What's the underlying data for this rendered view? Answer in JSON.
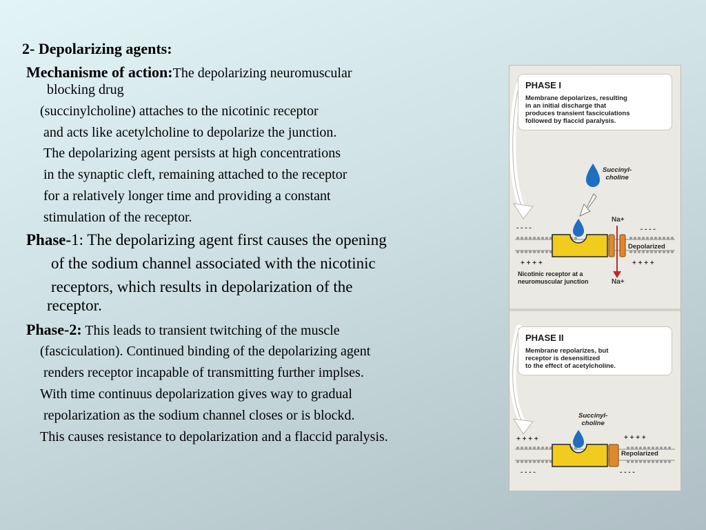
{
  "text": {
    "heading": "2- Depolarizing agents:",
    "mechanism_label": "Mechanisme of action:",
    "mechanism_lines": [
      "The depolarizing neuromuscular",
      "blocking drug",
      "(succinylcholine) attaches to the nicotinic receptor",
      "and acts like acetylcholine to depolarize the junction.",
      "The depolarizing agent persists at high concentrations",
      "in the synaptic cleft, remaining attached to the receptor",
      "for a relatively longer time and providing a constant",
      "stimulation of the receptor."
    ],
    "phase1_label": "Phase-",
    "phase1_num": "1",
    "phase1_lines": [
      ": The depolarizing agent first causes the opening",
      "of the sodium channel associated with the nicotinic",
      "receptors, which results in depolarization of the",
      "receptor."
    ],
    "phase2_label": "Phase-2:",
    "phase2_lines": [
      " This leads to transient twitching of the muscle",
      "(fasciculation). Continued binding of the depolarizing agent",
      "renders receptor incapable of transmitting further implses.",
      "With time continuus depolarization gives way to gradual",
      "repolarization as the sodium channel closes or is blockd.",
      "This causes resistance to depolarization and a flaccid paralysis."
    ]
  },
  "figure": {
    "phase1": {
      "title": "PHASE I",
      "description": "Membrane depolarizes, resulting\nin an initial discharge that\nproduces transient fasciculations\nfollowed by flaccid paralysis.",
      "drug_label": "Succinyl-\ncholine",
      "ion_top": "Na+",
      "ion_bottom": "Na+",
      "state_label": "Depolarized",
      "receptor_label": "Nicotinic receptor at a\nneuromuscular junction",
      "charges_top_left": "- - - -",
      "charges_top_right": "- - - -",
      "charges_bottom_left": "+ + + +",
      "charges_bottom_right": "+ + + +"
    },
    "phase2": {
      "title": "PHASE II",
      "description": "Membrane repolarizes, but\nreceptor is desensitized\nto the effect of acetylcholine.",
      "drug_label": "Succinyl-\ncholine",
      "state_label": "Repolarized",
      "charges_top_left": "+ + + +",
      "charges_top_right": "+ + + +",
      "charges_bottom_left": "- - - -",
      "charges_bottom_right": "- - - -"
    },
    "colors": {
      "drop": "#1f6fbf",
      "receptor": "#f2cc1d",
      "channel": "#e0892a",
      "arrow_red": "#c0262b"
    }
  }
}
